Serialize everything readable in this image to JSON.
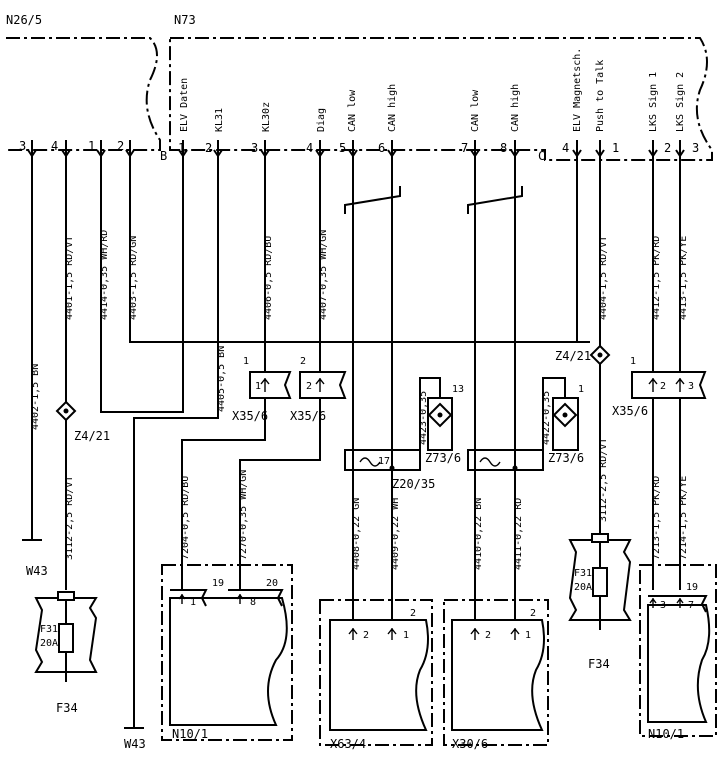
{
  "components": {
    "n26": "N26/5",
    "n73": "N73",
    "n10_left": "N10/1",
    "n10_right": "N10/1",
    "x63": "X63/4",
    "x30": "X30/6",
    "z20": "Z20/35",
    "w43_left": "W43",
    "w43_mid": "W43",
    "f34_left": "F34",
    "f34_right": "F34",
    "z4_left": "Z4/21",
    "z4_right": "Z4/21",
    "x35_a": "X35/6",
    "x35_b": "X35/6",
    "x35_c": "X35/6",
    "z73_a": "Z73/6",
    "z73_b": "Z73/6",
    "connector_b": "B",
    "connector_c": "C"
  },
  "fuse": {
    "name": "F31",
    "rating": "20A"
  },
  "n73_signals": [
    "ELV Daten",
    "KL31",
    "KL30z",
    "Diag",
    "CAN low",
    "CAN high",
    "CAN low",
    "CAN high",
    "ELV Magnetsch.",
    "Push to Talk",
    "LKS Sign 1",
    "LKS Sign 2"
  ],
  "n26_pins": [
    "3",
    "4",
    "1",
    "2"
  ],
  "n73_b_pins": [
    "1",
    "2",
    "3",
    "4",
    "5",
    "6",
    "7",
    "8"
  ],
  "n73_c_pins": [
    "4",
    "1",
    "2",
    "3"
  ],
  "wires": {
    "w4402": "4402-1,5 BN",
    "w4401": "4401-1,5 RD/VT",
    "w4414": "4414-0,35 WH/RD",
    "w4403": "4403-1,5 RD/GN",
    "w4405": "4405-0,5 BN",
    "w4406": "4406-0,5 RD/BU",
    "w4407": "4407-0,35 WH/GN",
    "w4404": "4404-1,5 RD/VT",
    "w4412": "4412-1,5 PK/RD",
    "w4413": "4413-1,5 PK/YE",
    "w3112a": "3112-2,5 RD/VT",
    "w3112b": "3112-2,5 RD/VT",
    "w7204": "7204-0,5 RD/BU",
    "w7270": "7270-0,35 WH/GN",
    "w4423": "4423-0,35",
    "w4422": "4422-0,35",
    "w4408": "4408-0,22 GN",
    "w4409": "4409-0,22 WH",
    "w4410": "4410-0,22 BN",
    "w4411": "4411-0,22 RD",
    "w7213": "7213-1,5 PK/RD",
    "w7214": "7214-1,5 PK/YE"
  },
  "pins": {
    "x35_1": "1",
    "x35_2": "2",
    "x35_c1": "1",
    "x35_c2": "2",
    "x35_c3": "3",
    "x35_a_head": "1",
    "x35_b_head": "2",
    "x35_c_head": "1",
    "z73_a": "13",
    "z73_b": "1",
    "z20_17": "17",
    "n10l_19": "19",
    "n10l_20": "20",
    "n10l_1": "1",
    "n10l_8": "8",
    "x63_2": "2",
    "x63_1": "1",
    "x63_head": "2",
    "x30_2": "2",
    "x30_1": "1",
    "x30_head": "2",
    "n10r_19": "19",
    "n10r_3": "3",
    "n10r_7": "7"
  }
}
